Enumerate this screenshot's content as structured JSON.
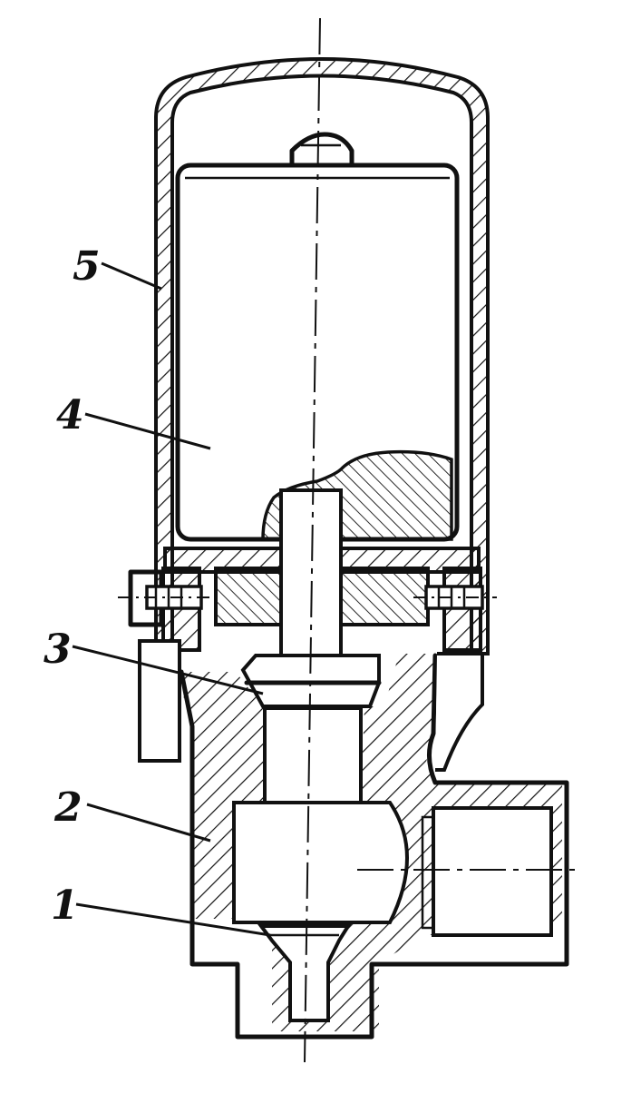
{
  "labels": [
    {
      "id": "1",
      "text": "1"
    },
    {
      "id": "2",
      "text": "2"
    },
    {
      "id": "3",
      "text": "3"
    },
    {
      "id": "4",
      "text": "4"
    },
    {
      "id": "5",
      "text": "5"
    }
  ],
  "colors": {
    "ink": "#111111",
    "paper": "#ffffff"
  }
}
